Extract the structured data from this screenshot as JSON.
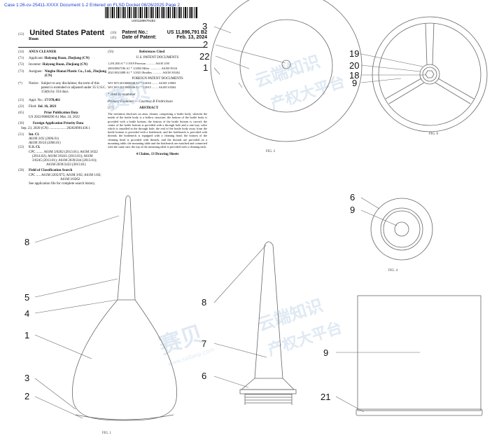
{
  "header": {
    "case_line": "Case 1:26-cv-25411-XXXX   Document 1-2   Entered on FLSD Docket 08/26/2025   Page 2",
    "barcode_number": "US011896791B2"
  },
  "title_page": {
    "left_code_12": "(12)",
    "doc_type": "United States Patent",
    "inventor_short": "Ruan",
    "patent_no_code": "(10)",
    "patent_no_label": "Patent No.:",
    "patent_no_value": "US 11,896,791 B2",
    "date_code": "(45)",
    "date_label": "Date of Patent:",
    "date_value": "Feb. 13, 2024",
    "fields": [
      {
        "code": "(54)",
        "label": "",
        "value": "ANUS CLEANER"
      },
      {
        "code": "(71)",
        "label": "Applicant:",
        "value": "Haiyong Ruan, Zhejiang (CN)"
      },
      {
        "code": "(72)",
        "label": "Inventor:",
        "value": "Haiyong Ruan, Zhejiang (CN)"
      },
      {
        "code": "(73)",
        "label": "Assignee:",
        "value": "Ningbo Dianai Plastic Co., Ltd., Zhejiang (CN)"
      },
      {
        "code": "(*)",
        "label": "Notice:",
        "value": "Subject to any disclaimer, the term of this patent is extended or adjusted under 35 U.S.C. 154(b) by 334 days."
      },
      {
        "code": "(21)",
        "label": "Appl. No.:",
        "value": "17/378,461"
      },
      {
        "code": "(22)",
        "label": "Filed:",
        "value": "Jul. 16, 2021"
      }
    ],
    "prior_pub_code": "(65)",
    "prior_pub_heading": "Prior Publication Data",
    "prior_pub_line": "US 2022/0088290 A1      Mar. 24, 2022",
    "foreign_code": "(30)",
    "foreign_heading": "Foreign Application Priority Data",
    "foreign_line": "Sep. 23, 2020   (CN) ................... 202020901436.1",
    "int_cl_code": "(51)",
    "int_cl_label": "Int. Cl.",
    "int_cl_lines": [
      "A61M 3/02          (2006.01)",
      "A61M 39/24        (2006.01)"
    ],
    "us_cl_code": "(52)",
    "us_cl_label": "U.S. Cl.",
    "us_cl_lines": [
      "CPC ........ A61M 3/0262 (2013.01); A61M 3/022",
      "(2014.02); A61M 3/0241 (2013.01); A61M",
      "3/0245 (2013.01); A61M 2039/244 (2013.01);",
      "A61M 2039/2433 (2013.01)"
    ],
    "field_search_code": "(58)",
    "field_search_label": "Field of Classification Search",
    "field_search_lines": [
      "CPC ..... A61M 2205/075; A61M 3/02; A61M 1/82;",
      "A61M 3/0262"
    ],
    "field_search_note": "See application file for complete search history.",
    "refs_code": "(56)",
    "refs_heading": "References Cited",
    "us_docs_heading": "U.S. PATENT DOCUMENTS",
    "us_docs": [
      "1,291,830 A  *   1/1919  Peterson ........... A61H 1/00",
      "2003/0067196 A1 *   1/2002  Miles .............. A61M 39/24",
      "2021/0023388 A1 *   1/2021  Bradley ............ A61M 3/0262"
    ],
    "foreign_docs_heading": "FOREIGN PATENT DOCUMENTS",
    "foreign_docs": [
      "WO    WO-2016068048 A1 *  5/2016 ........ A61M 1/0003",
      "WO    WO-2015008046 A1 *  1/2015 ........ A61M 3/0262"
    ],
    "cited_note": "* cited by examiner",
    "examiner": "Primary Examiner — Courtney B Fredrickson",
    "abstract_code": "(57)",
    "abstract_heading": "ABSTRACT",
    "abstract_text": "The invention discloses an anus cleaner, comprising a bottle body, wherein the inside of the bottle body is a hollow structure; the bottom of the bottle body is provided with a bottle bottom; the bottom of the bottle bottom is curved; the center of the bottle bottom is provided with a through hole and a one-way valve which is installed in the through hole; the end of the bottle body away from the bottle bottom is provided with a bottleneck, and the bottleneck is provided with threads; the bottleneck is equipped with a cleaning head; the bottom of the cleaning head is provided with threads, and the threads are provided on a mounting table; the mounting table and the bottleneck are matched and connected with the same size; the top of the mounting table is provided with a cleaning neck.",
    "claims_line": "4 Claims, 13 Drawing Sheets"
  },
  "figures": {
    "fig1": {
      "caption": "FIG. 1",
      "labels": [
        "8",
        "5",
        "4",
        "1",
        "3",
        "2"
      ]
    },
    "fig2": {
      "caption": "FIG. 2",
      "labels": [
        "3",
        "2",
        "22",
        "1"
      ]
    },
    "fig4": {
      "caption": "FIG. 4",
      "labels": [
        "6",
        "9"
      ]
    },
    "fig6": {
      "caption": "FIG. 6",
      "labels": [
        "19",
        "20",
        "18",
        "9"
      ]
    },
    "fig7": {
      "labels": [
        "8",
        "7",
        "6"
      ]
    },
    "fig8": {
      "labels": [
        "9",
        "21"
      ]
    }
  },
  "watermark": {
    "brand_cn": "赛贝",
    "line1": "云端知识",
    "line2": "产权大平台",
    "url": "www.saibeip.com",
    "color": "#8fb3d6"
  }
}
